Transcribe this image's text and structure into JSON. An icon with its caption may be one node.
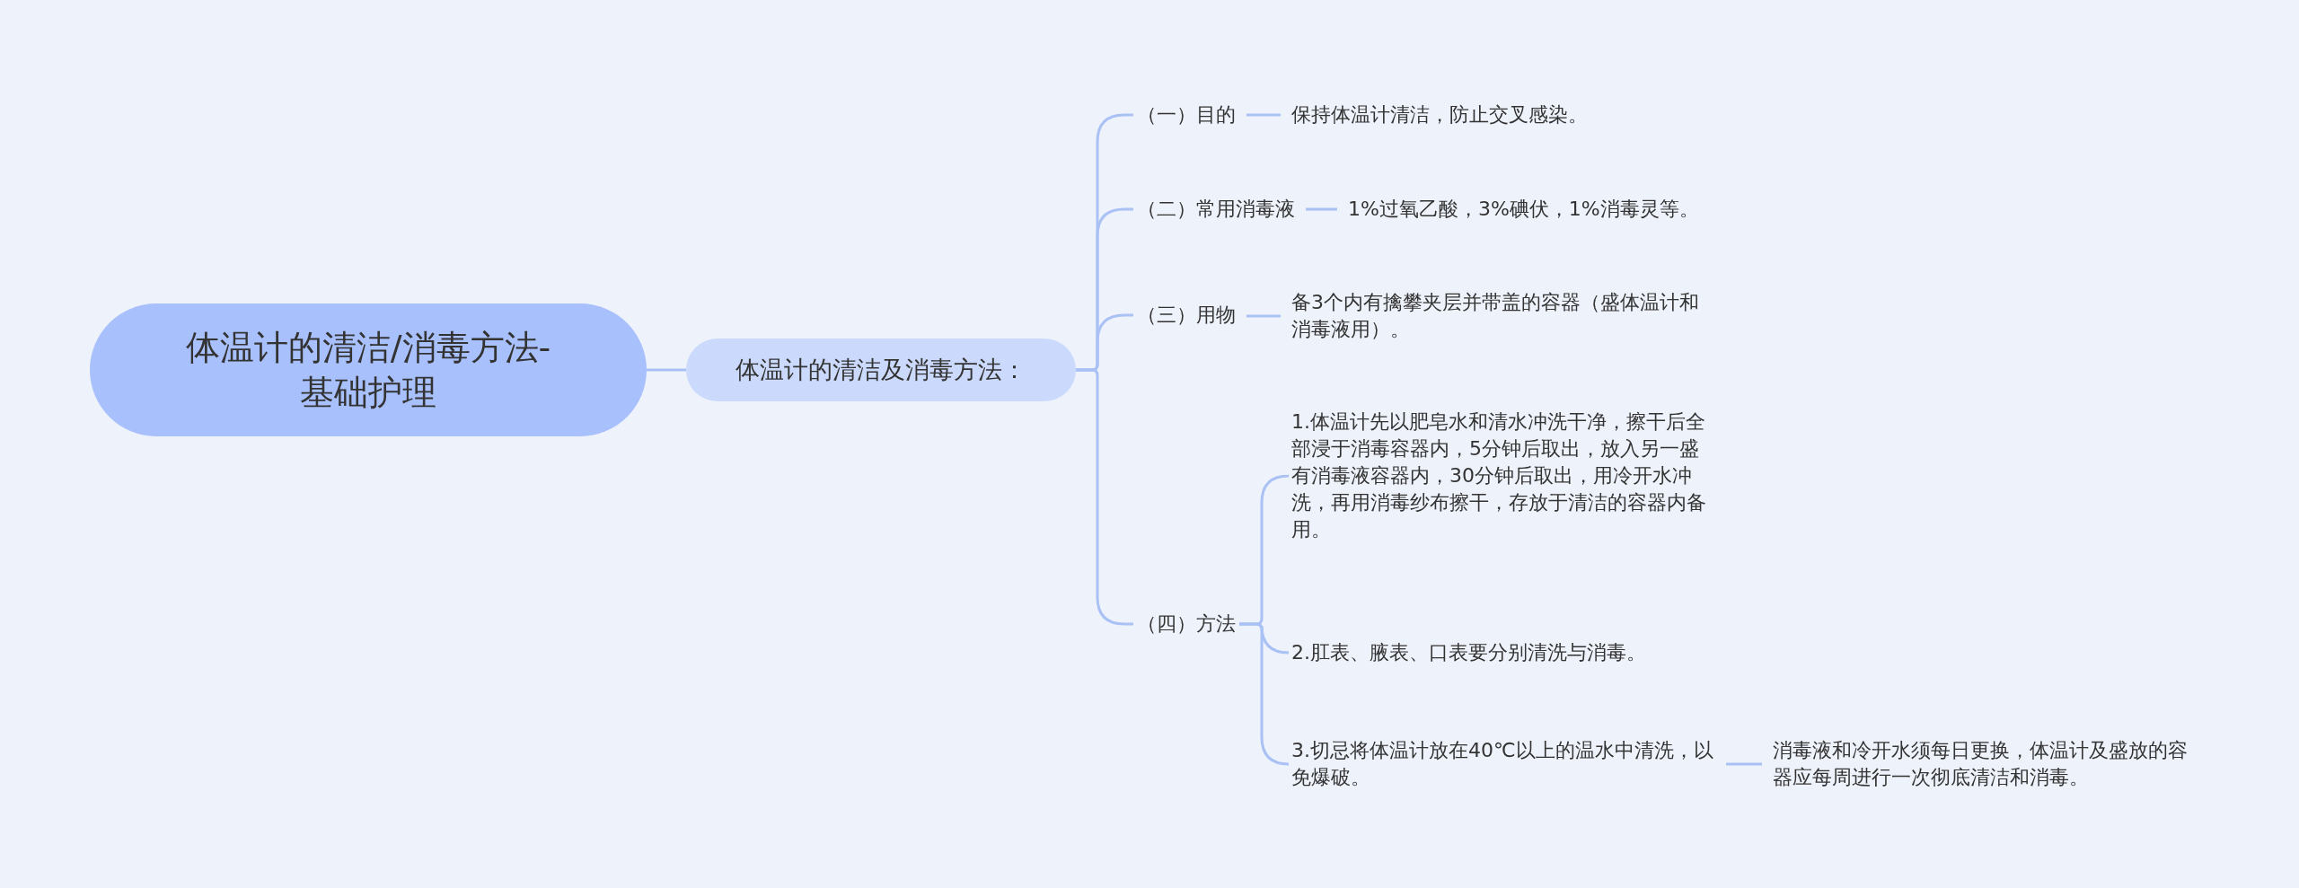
{
  "diagram": {
    "nodes": [
      {
        "text": [
          "体温计的清洁/消毒方法-基础护理"
        ]
      },
      {
        "text": [
          "体温计的清洁及消毒方法："
        ]
      },
      {
        "text": [
          "（一）目的"
        ]
      },
      {
        "text": [
          "保持体温计清洁，防止交叉感染。"
        ]
      },
      {
        "text": [
          "（二）常用消毒液"
        ]
      },
      {
        "text": [
          "1%过氧乙酸，3%碘伏，1%消毒灵等。"
        ]
      },
      {
        "text": [
          "（三）用物"
        ]
      },
      {
        "text": [
          "备3个内有擒攀夹层并带盖的容器（盛体温计和消毒液用）。"
        ]
      },
      {
        "text": [
          "（四）方法"
        ]
      },
      {
        "text": [
          "1.体温计先以肥皂水和清水冲洗干净，擦干后全部浸于消毒容器内，5分钟后取出，放入另一盛有消毒液容器内，30分钟后取出，用冷开水冲洗，再用消毒纱布擦干，存放于清洁的容器内备用。"
        ]
      },
      {
        "text": [
          "2.肛表、腋表、口表要分别清洗与消毒。"
        ]
      },
      {
        "text": [
          "3.切忌将体温计放在40℃以上的温水中清洗，以免爆破。"
        ]
      },
      {
        "text": [
          "消毒液和冷开水须每日更换，体温计及盛放的容器应每周进行一次彻底清洁和消毒。"
        ]
      }
    ],
    "edges": [
      {
        "from": 0,
        "to": 1,
        "arrow": "none"
      },
      {
        "from": 1,
        "to": 2,
        "arrow": "none"
      },
      {
        "from": 1,
        "to": 4,
        "arrow": "none"
      },
      {
        "from": 1,
        "to": 6,
        "arrow": "none"
      },
      {
        "from": 1,
        "to": 8,
        "arrow": "none"
      },
      {
        "from": 2,
        "to": 3,
        "arrow": "none"
      },
      {
        "from": 4,
        "to": 5,
        "arrow": "none"
      },
      {
        "from": 6,
        "to": 7,
        "arrow": "none"
      },
      {
        "from": 8,
        "to": 9,
        "arrow": "none"
      },
      {
        "from": 8,
        "to": 10,
        "arrow": "none"
      },
      {
        "from": 8,
        "to": 11,
        "arrow": "none"
      },
      {
        "from": 11,
        "to": 12,
        "arrow": "none"
      }
    ]
  }
}
